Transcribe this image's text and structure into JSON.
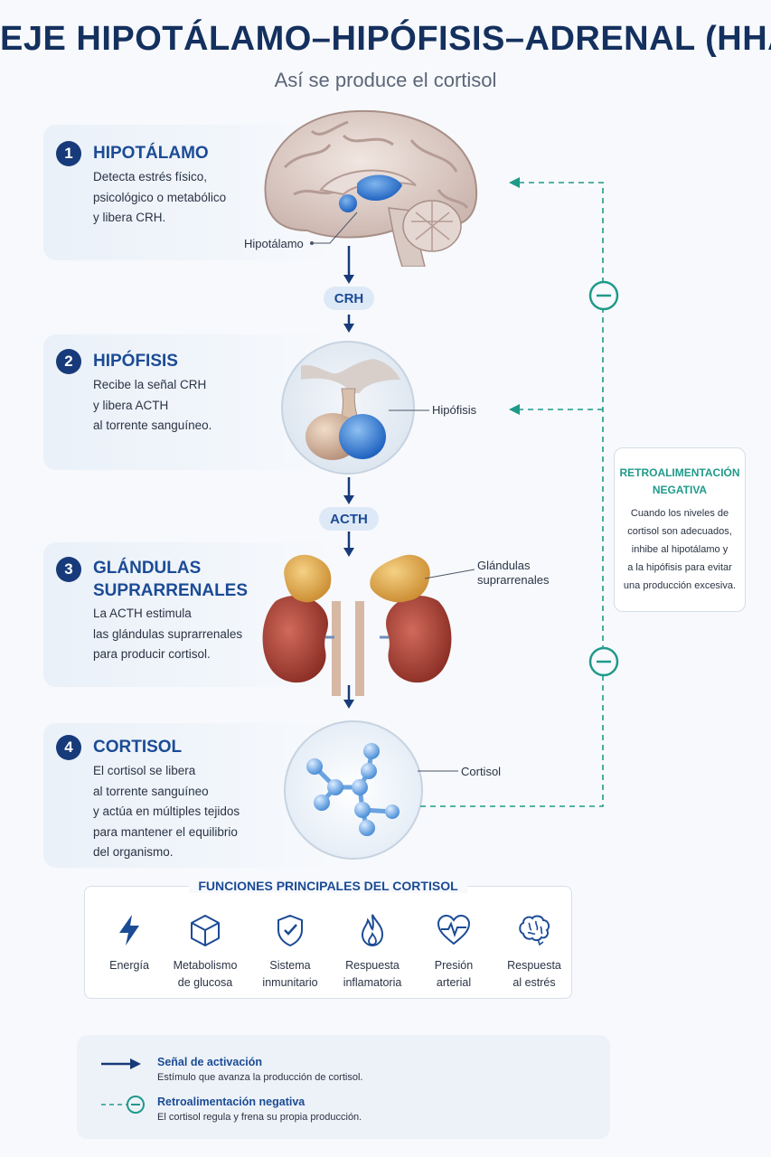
{
  "header": {
    "title": "EJE HIPOTÁLAMO–HIPÓFISIS–ADRENAL (HHA)",
    "subtitle": "Así se produce el cortisol"
  },
  "steps": [
    {
      "number": "1",
      "title": "HIPOTÁLAMO",
      "desc_lines": [
        "Detecta estrés físico,",
        "psicológico o metabólico",
        "y libera CRH."
      ],
      "image_label": "Hipotálamo"
    },
    {
      "number": "2",
      "title": "HIPÓFISIS",
      "desc_lines": [
        "Recibe la señal CRH",
        "y libera ACTH",
        "al torrente sanguíneo."
      ],
      "image_label": "Hipófisis"
    },
    {
      "number": "3",
      "title_lines": [
        "GLÁNDULAS",
        "SUPRARRENALES"
      ],
      "desc_lines": [
        "La ACTH estimula",
        "las glándulas suprarrenales",
        "para producir cortisol."
      ],
      "image_label_lines": [
        "Glándulas",
        "suprarrenales"
      ]
    },
    {
      "number": "4",
      "title": "CORTISOL",
      "desc_lines": [
        "El cortisol se libera",
        "al torrente sanguíneo",
        "y actúa en múltiples tejidos",
        "para mantener el equilibrio",
        "del organismo."
      ],
      "image_label": "Cortisol"
    }
  ],
  "hormones": {
    "crh": "CRH",
    "acth": "ACTH"
  },
  "feedback": {
    "title_lines": [
      "RETROALIMENTACIÓN",
      "NEGATIVA"
    ],
    "desc_lines": [
      "Cuando los niveles de",
      "cortisol son adecuados,",
      "inhibe al hipotálamo y",
      "a la hipófisis para evitar",
      "una producción excesiva."
    ]
  },
  "functions": {
    "title": "FUNCIONES PRINCIPALES DEL CORTISOL",
    "items": [
      {
        "icon": "lightning-icon",
        "lines": [
          "Energía"
        ]
      },
      {
        "icon": "cube-icon",
        "lines": [
          "Metabolismo",
          "de glucosa"
        ]
      },
      {
        "icon": "shield-check-icon",
        "lines": [
          "Sistema",
          "inmunitario"
        ]
      },
      {
        "icon": "flame-icon",
        "lines": [
          "Respuesta",
          "inflamatoria"
        ]
      },
      {
        "icon": "heart-pulse-icon",
        "lines": [
          "Presión",
          "arterial"
        ]
      },
      {
        "icon": "brain-icon",
        "lines": [
          "Respuesta",
          "al estrés"
        ]
      }
    ]
  },
  "legend": {
    "activation_title": "Señal de activación",
    "activation_desc": "Estímulo que avanza la producción de cortisol.",
    "feedback_title": "Retroalimentación negativa",
    "feedback_desc": "El cortisol regula y frena su propia producción."
  },
  "colors": {
    "navy": "#173a7a",
    "accent_blue": "#1b4b95",
    "teal": "#1f9a8a",
    "organ_blue": "#2e7fd1",
    "kidney": "#b4463a",
    "adrenal": "#e2a94b"
  }
}
